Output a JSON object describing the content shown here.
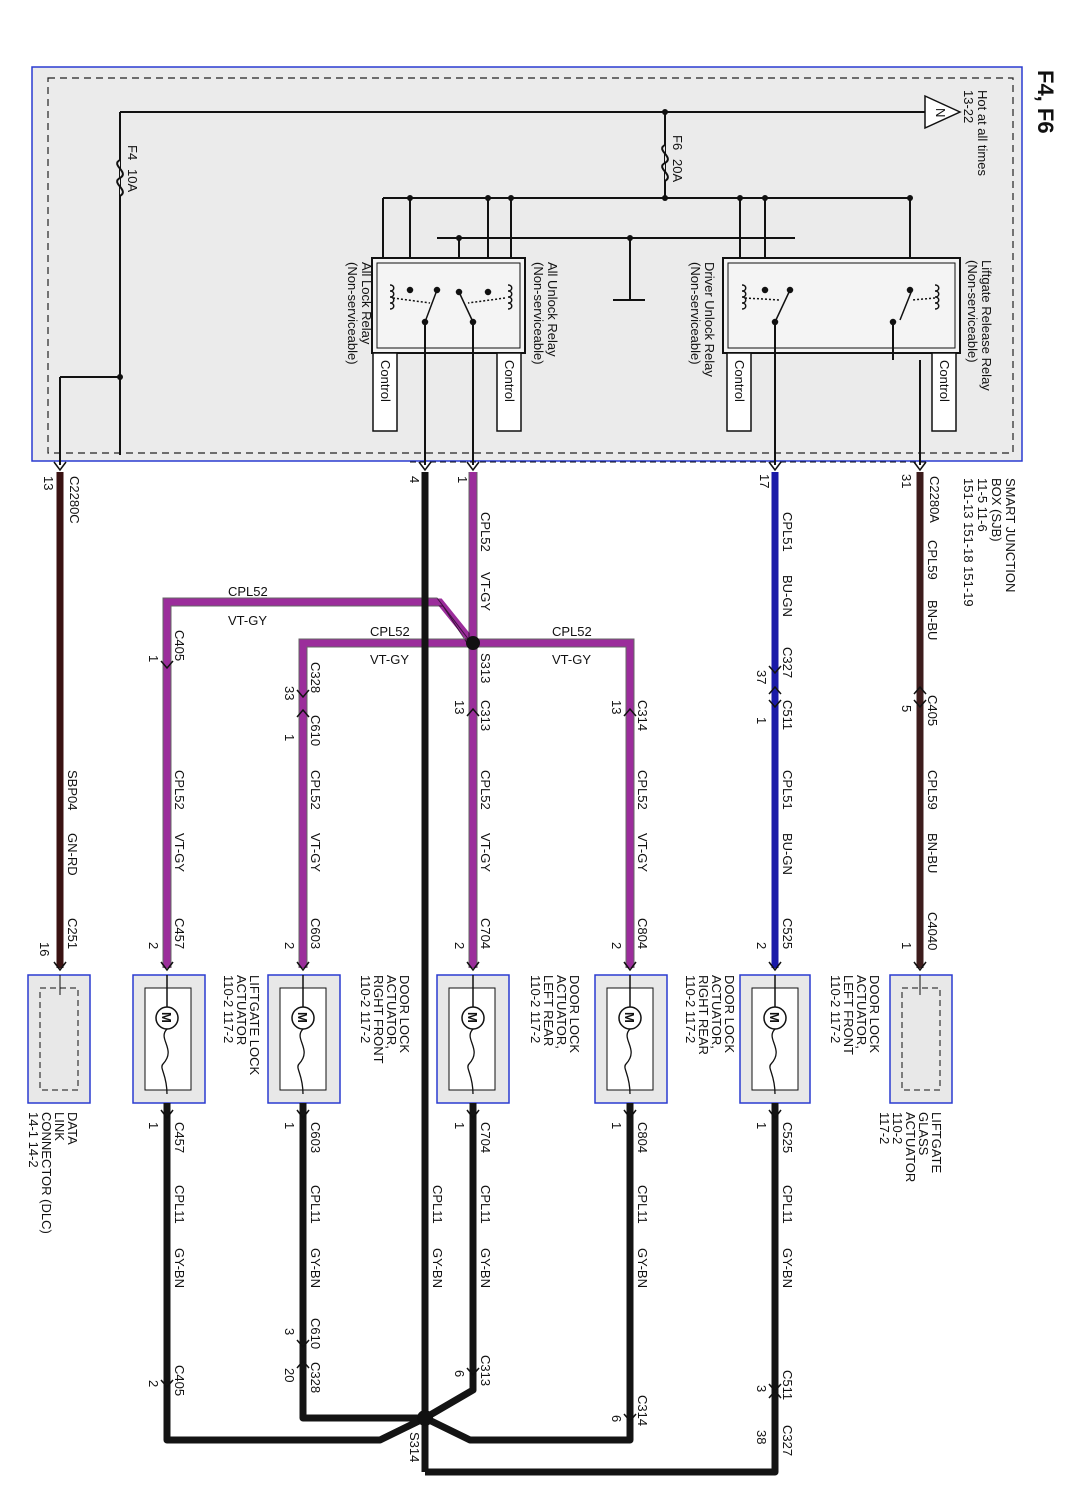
{
  "page": {
    "ref": "F4, F6"
  },
  "sjb": {
    "title_lines": [
      "SMART JUNCTION",
      "BOX (SJB)",
      "11-5      11-6",
      "151-13    151-18   151-19"
    ],
    "hot": [
      "Hot at all times",
      "13-22"
    ],
    "hot_symbol": "N",
    "fuse_f4": [
      "F4",
      "10A"
    ],
    "fuse_f6": [
      "F6",
      "20A"
    ],
    "relay_liftgate": [
      "Liftgate Release Relay",
      "(Non-serviceable)"
    ],
    "relay_driver": [
      "Driver Unlock Relay",
      "(Non-serviceable)"
    ],
    "relay_unlock": [
      "All Unlock Relay",
      "(Non-serviceable)"
    ],
    "relay_lock": [
      "All Lock Relay",
      "(Non-serviceable)"
    ],
    "control": "Control"
  },
  "pins_top": {
    "c2280a": "C2280A",
    "p31": "31",
    "p17": "17",
    "p1": "1",
    "p4": "4",
    "c2280c": "C2280C",
    "p13": "13"
  },
  "wires": {
    "cpl59": "CPL59",
    "bn_bu": "BN-BU",
    "cpl51": "CPL51",
    "bu_gn": "BU-GN",
    "cpl52": "CPL52",
    "vt_gy": "VT-GY",
    "cpl11": "CPL11",
    "gy_bn": "GY-BN",
    "sbp04": "SBP04",
    "gn_rd": "GN-RD"
  },
  "connectors": {
    "c405": "C405",
    "c327": "C327",
    "c511": "C511",
    "c314": "C314",
    "c313": "C313",
    "c328": "C328",
    "c610": "C610",
    "s313": "S313",
    "s314": "S314",
    "c4040": "C4040",
    "c525": "C525",
    "c804": "C804",
    "c704": "C704",
    "c603": "C603",
    "c457": "C457",
    "c251": "C251",
    "n5": "5",
    "n37": "37",
    "n1": "1",
    "n13": "13",
    "n33": "33",
    "n2": "2",
    "n16": "16",
    "n3": "3",
    "n38": "38",
    "n6": "6",
    "n20": "20"
  },
  "components": {
    "liftgate_glass": [
      "LIFTGATE",
      "GLASS",
      "ACTUATOR",
      "110-2",
      "117-2"
    ],
    "dl_lf": [
      "DOOR LOCK",
      "ACTUATOR,",
      "LEFT FRONT",
      "110-2     117-2"
    ],
    "dl_rr": [
      "DOOR LOCK",
      "ACTUATOR,",
      "RIGHT REAR",
      "110-2     117-2"
    ],
    "dl_lr": [
      "DOOR LOCK",
      "ACTUATOR,",
      "LEFT REAR",
      "110-2     117-2"
    ],
    "dl_rf": [
      "DOOR LOCK",
      "ACTUATOR,",
      "RIGHT FRONT",
      "110-2     117-2"
    ],
    "liftgate_lock": [
      "LIFTGATE LOCK",
      "ACTUATOR",
      "110-2     117-2"
    ],
    "dlc": [
      "DATA",
      "LINK",
      "CONNECTOR (DLC)",
      "14-1      14-2"
    ],
    "motor": "M"
  },
  "colors": {
    "bn_bu": "#3d1c1c",
    "bu_gn": "#1a1aa8",
    "vt_gy": "#9b2d9b",
    "gy_bn": "#141414",
    "gn_rd": "#3a1212",
    "box": "#2a3bd1"
  }
}
